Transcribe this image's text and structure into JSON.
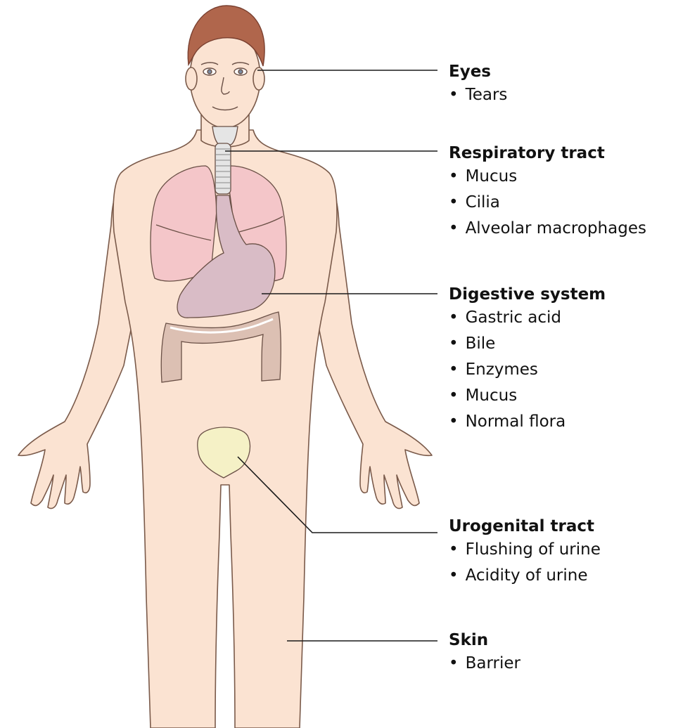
{
  "callouts": {
    "eyes": {
      "title": "Eyes",
      "items": [
        "Tears"
      ]
    },
    "respiratory": {
      "title": "Respiratory tract",
      "items": [
        "Mucus",
        "Cilia",
        "Alveolar macrophages"
      ]
    },
    "digestive": {
      "title": "Digestive system",
      "items": [
        "Gastric acid",
        "Bile",
        "Enzymes",
        "Mucus",
        "Normal flora"
      ]
    },
    "urogenital": {
      "title": "Urogenital tract",
      "items": [
        "Flushing of urine",
        "Acidity of urine"
      ]
    },
    "skin": {
      "title": "Skin",
      "items": [
        "Barrier"
      ]
    }
  },
  "colors": {
    "skin": "#fbe3d2",
    "outline": "#7a5a4a",
    "hair": "#b0664c",
    "lung": "#f4c6c9",
    "stomach": "#d9bcc6",
    "colon": "#dcc0b3",
    "bladder": "#f5f1c6",
    "trachea": "#e5e5e5"
  }
}
